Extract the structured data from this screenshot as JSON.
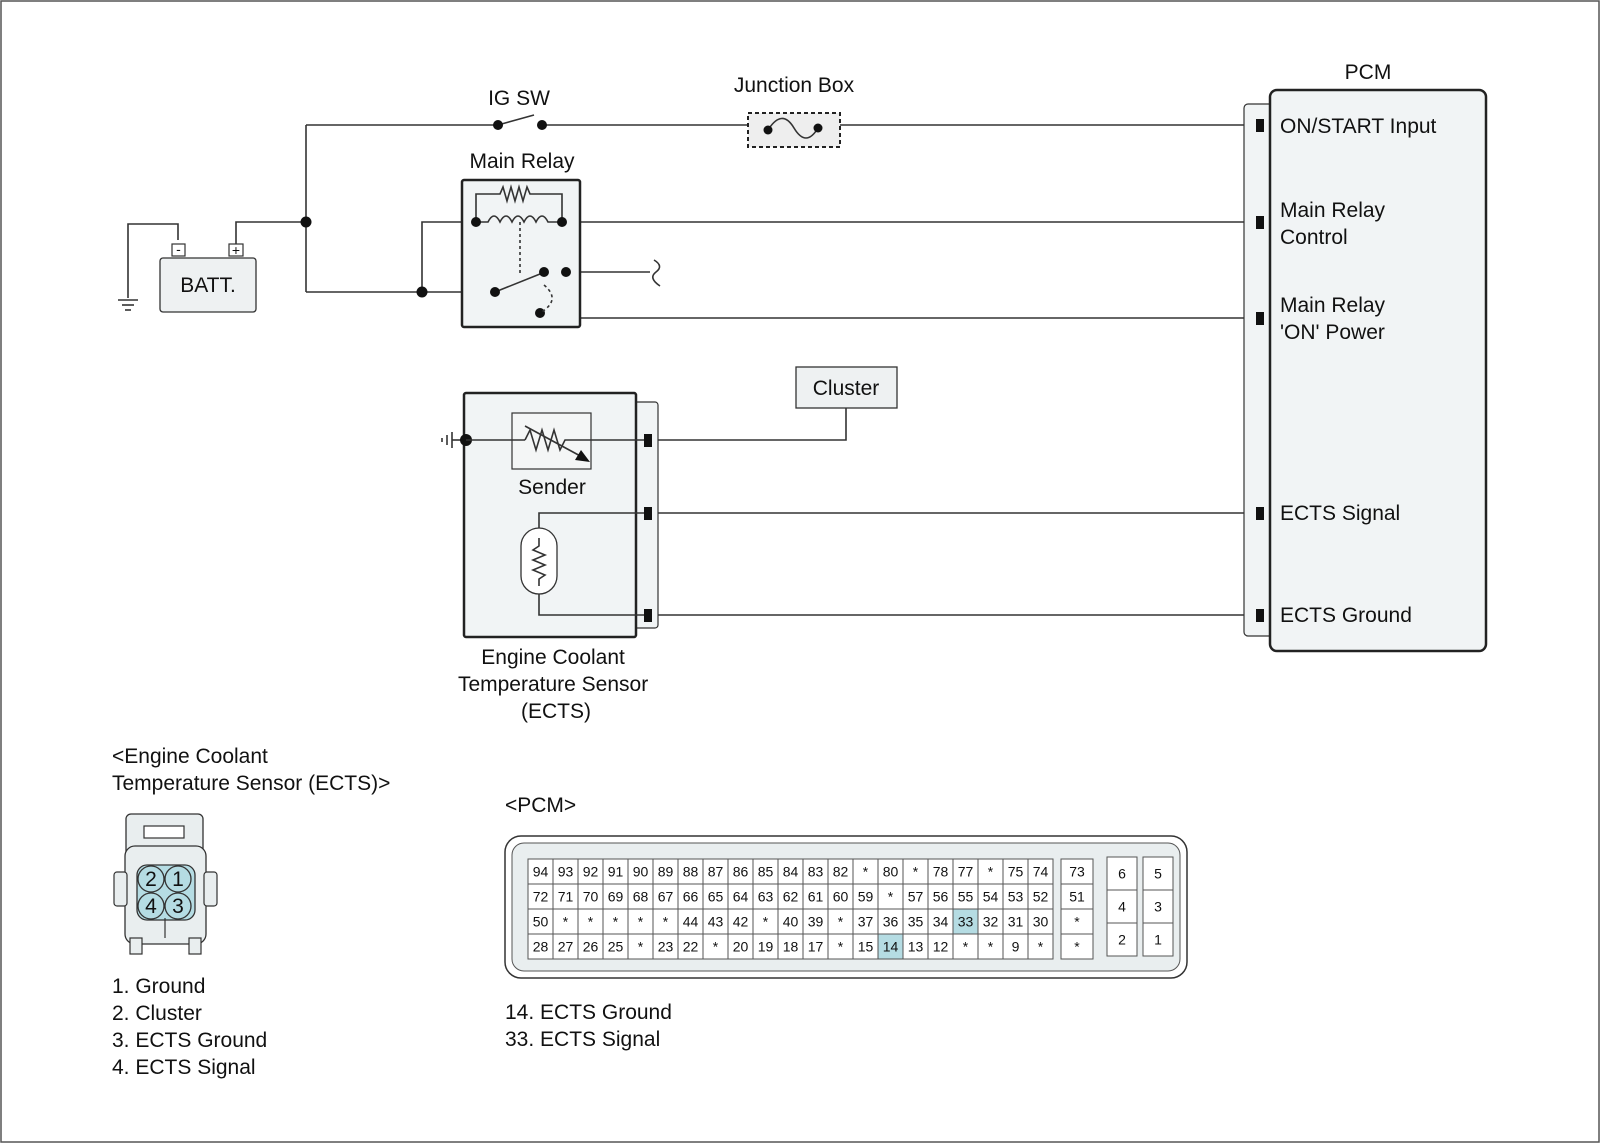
{
  "components": {
    "ig_sw": "IG SW",
    "junction_box": "Junction Box",
    "pcm": "PCM",
    "main_relay": "Main Relay",
    "battery": "BATT.",
    "battery_neg": "-",
    "battery_pos": "+",
    "cluster": "Cluster",
    "sender": "Sender",
    "ects_lines": [
      "Engine Coolant",
      "Temperature Sensor",
      "(ECTS)"
    ]
  },
  "pcm_terminals": [
    [
      "ON/START Input"
    ],
    [
      "Main Relay",
      "Control"
    ],
    [
      "Main Relay",
      "'ON' Power"
    ],
    [
      "ECTS Signal"
    ],
    [
      "ECTS Ground"
    ]
  ],
  "ects_connector": {
    "title_lines": [
      "<Engine Coolant",
      "Temperature Sensor (ECTS)>"
    ],
    "pins": [
      "2",
      "1",
      "4",
      "3"
    ],
    "legend": [
      "1. Ground",
      "2. Cluster",
      "3. ECTS Ground",
      "4. ECTS Signal"
    ]
  },
  "pcm_connector": {
    "title": "<PCM>",
    "rows": [
      [
        "94",
        "93",
        "92",
        "91",
        "90",
        "89",
        "88",
        "87",
        "86",
        "85",
        "84",
        "83",
        "82",
        "*",
        "80",
        "*",
        "78",
        "77",
        "*",
        "75",
        "74"
      ],
      [
        "72",
        "71",
        "70",
        "69",
        "68",
        "67",
        "66",
        "65",
        "64",
        "63",
        "62",
        "61",
        "60",
        "59",
        "*",
        "57",
        "56",
        "55",
        "54",
        "53",
        "52"
      ],
      [
        "50",
        "*",
        "*",
        "*",
        "*",
        "*",
        "44",
        "43",
        "42",
        "*",
        "40",
        "39",
        "*",
        "37",
        "36",
        "35",
        "34",
        "33",
        "32",
        "31",
        "30"
      ],
      [
        "28",
        "27",
        "26",
        "25",
        "*",
        "23",
        "22",
        "*",
        "20",
        "19",
        "18",
        "17",
        "*",
        "15",
        "14",
        "13",
        "12",
        "*",
        "*",
        "9",
        "*"
      ]
    ],
    "side_column": [
      "73",
      "51",
      "*",
      "*"
    ],
    "aux_pins": [
      "6",
      "5",
      "4",
      "3",
      "2",
      "1"
    ],
    "highlighted": [
      "14",
      "33"
    ],
    "highlight_color": "#b5dce3",
    "legend": [
      "14. ECTS Ground",
      "33. ECTS Signal"
    ]
  }
}
